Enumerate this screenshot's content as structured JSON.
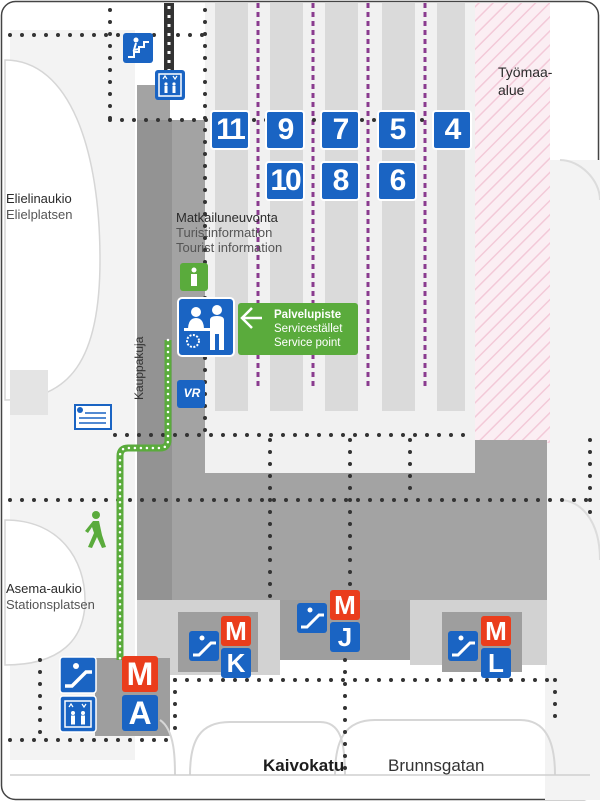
{
  "map": {
    "areas": {
      "worksite": "Työmaa-\nalue",
      "worksite_line1": "Työmaa-",
      "worksite_line2": "alue",
      "square_north_fi": "Elielinaukio",
      "square_north_sv": "Elielplatsen",
      "square_south_fi": "Asema-aukio",
      "square_south_sv": "Stationsplatsen",
      "passage": "Kauppakuja"
    },
    "tourist_info": {
      "fi": "Matkailuneuvonta",
      "sv": "Turistinformation",
      "en": "Tourist information"
    },
    "service_point": {
      "fi": "Palvelupiste",
      "sv": "Servicestället",
      "en": "Service point"
    },
    "platforms_row1": [
      "11",
      "9",
      "7",
      "5",
      "4"
    ],
    "platforms_row2": [
      "10",
      "8",
      "6"
    ],
    "metro_exits": [
      {
        "metro": "M",
        "exit": "K"
      },
      {
        "metro": "M",
        "exit": "J"
      },
      {
        "metro": "M",
        "exit": "L"
      },
      {
        "metro": "M",
        "exit": "A"
      }
    ],
    "street_fi": "Kaivokatu",
    "street_sv": "Brunnsgatan",
    "vr_label": "VR",
    "colors": {
      "platform_blue": "#1a64c3",
      "metro_red": "#ea3d1c",
      "route_green": "#5aab3c",
      "track_purple": "#8a3b8f",
      "building_gray": "#9a9a9a"
    }
  }
}
